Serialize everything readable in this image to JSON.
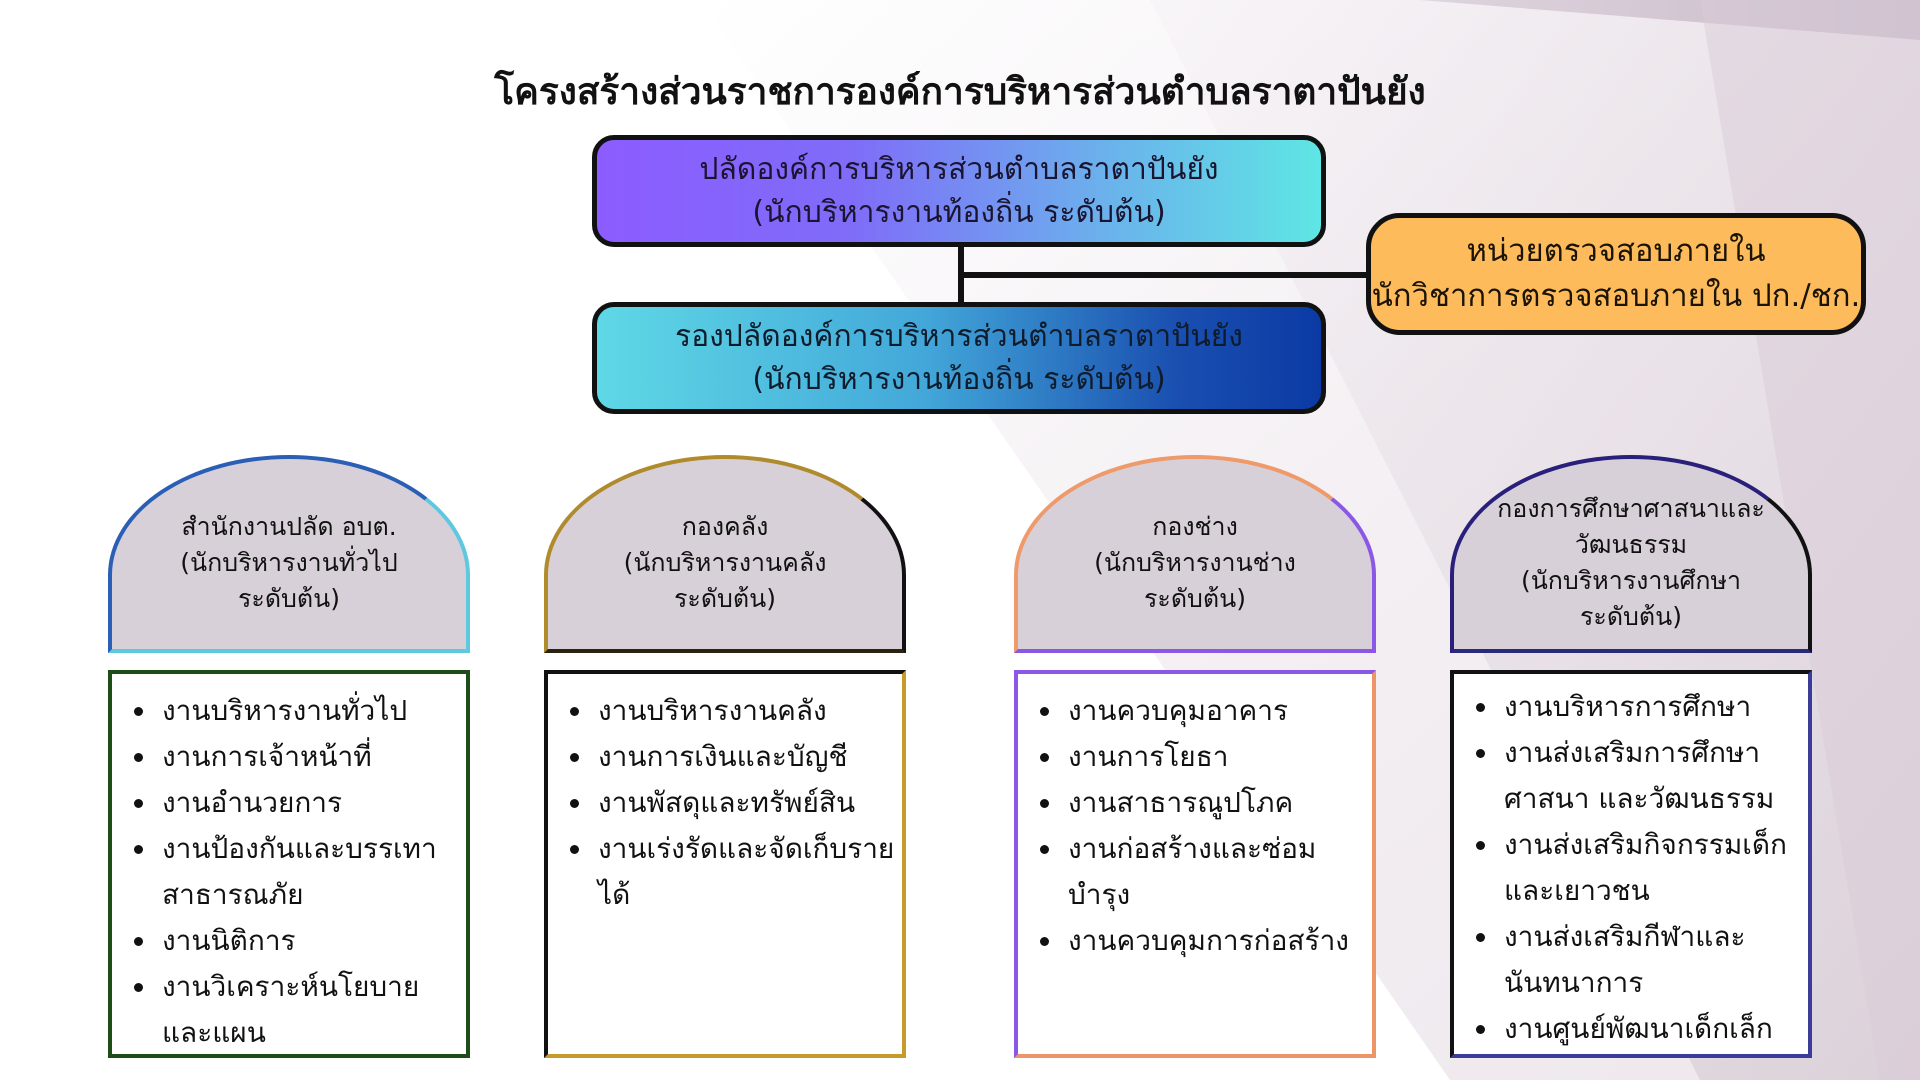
{
  "title": "โครงสร้างส่วนราชการองค์การบริหารส่วนตำบลราตาปันยัง",
  "head": {
    "line1": "ปลัดองค์การบริหารส่วนตำบลราตาปันยัง",
    "line2": "(นักบริหารงานท้องถิ่น ระดับต้น)"
  },
  "deputy": {
    "line1": "รองปลัดองค์การบริหารส่วนตำบลราตาปันยัง",
    "line2": "(นักบริหารงานท้องถิ่น ระดับต้น)"
  },
  "audit": {
    "line1": "หน่วยตรวจสอบภายใน",
    "line2": "นักวิชาการตรวจสอบภายใน ปก./ชก."
  },
  "departments": [
    {
      "lines": [
        "สำนักงานปลัด อบต.",
        "(นักบริหารงานทั่วไป",
        "ระดับต้น)"
      ],
      "items": [
        "งานบริหารงานทั่วไป",
        "งานการเจ้าหน้าที่",
        "งานอำนวยการ",
        "งานป้องกันและบรรเทาสาธารณภัย",
        "งานนิติการ",
        "งานวิเคราะห์นโยบายและแผน"
      ]
    },
    {
      "lines": [
        "กองคลัง",
        "(นักบริหารงานคลัง",
        "ระดับต้น)"
      ],
      "items": [
        "งานบริหารงานคลัง",
        "งานการเงินและบัญชี",
        "งานพัสดุและทรัพย์สิน",
        "งานเร่งรัดและจัดเก็บรายได้"
      ]
    },
    {
      "lines": [
        "กองช่าง",
        "(นักบริหารงานช่าง",
        "ระดับต้น)"
      ],
      "items": [
        "งานควบคุมอาคาร",
        "งานการโยธา",
        "งานสาธารณูปโภค",
        "งานก่อสร้างและซ่อมบำรุง",
        "งานควบคุมการก่อสร้าง"
      ]
    },
    {
      "lines": [
        "กองการศึกษาศาสนาและ",
        "วัฒนธรรม",
        "(นักบริหารงานศึกษา",
        "ระดับต้น)"
      ],
      "items": [
        "งานบริหารการศึกษา",
        "งานส่งเสริมการศึกษาศาสนา และวัฒนธรรม",
        "งานส่งเสริมกิจกรรมเด็กและเยาวชน",
        "งานส่งเสริมกีฬาและนันทนาการ",
        "งานศูนย์พัฒนาเด็กเล็ก"
      ]
    }
  ]
}
